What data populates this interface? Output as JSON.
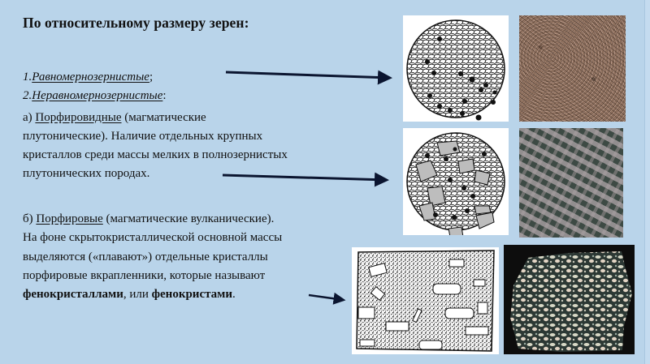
{
  "slide": {
    "title": "По относительному размеру зерен:",
    "items": [
      {
        "prefix": "1.",
        "term": "Равномернозернистые",
        "suffix": ";"
      },
      {
        "prefix": "2.",
        "term": "Неравномернозернистые",
        "suffix": ":"
      }
    ],
    "section_a": {
      "prefix": "а) ",
      "term": "Порфировидные",
      "line1_rest": " (магматические",
      "line2": "плутонические). Наличие отдельных крупных",
      "line3": "кристаллов среди массы мелких в полнозернистых",
      "line4": "плутонических породах."
    },
    "section_b": {
      "prefix": "б) ",
      "term": "Порфировые",
      "line1_rest": " (магматические вулканические).",
      "line2": "На фоне скрытокристаллической основной массы",
      "line3": "выделяются («плавают») отдельные кристаллы",
      "line4": "порфировые вкрапленники, которые называют",
      "bold1": "фенокристаллами",
      "mid": ", или ",
      "bold2": "фенокристами",
      "end": "."
    }
  },
  "figures": [
    {
      "id": "equigranular-texture-diagram",
      "kind": "drawing"
    },
    {
      "id": "equigranular-granite-photo",
      "kind": "photo",
      "color": "#8e725f"
    },
    {
      "id": "porphyroid-texture-diagram",
      "kind": "drawing"
    },
    {
      "id": "porphyroid-rock-photo",
      "kind": "photo",
      "color": "#3d4a44"
    },
    {
      "id": "porphyritic-texture-diagram",
      "kind": "drawing"
    },
    {
      "id": "porphyry-rock-photo",
      "kind": "photo",
      "color": "#0d0d0d"
    }
  ],
  "colors": {
    "background": "#b9d4ea",
    "text": "#111111",
    "arrow": "#0b1530"
  }
}
